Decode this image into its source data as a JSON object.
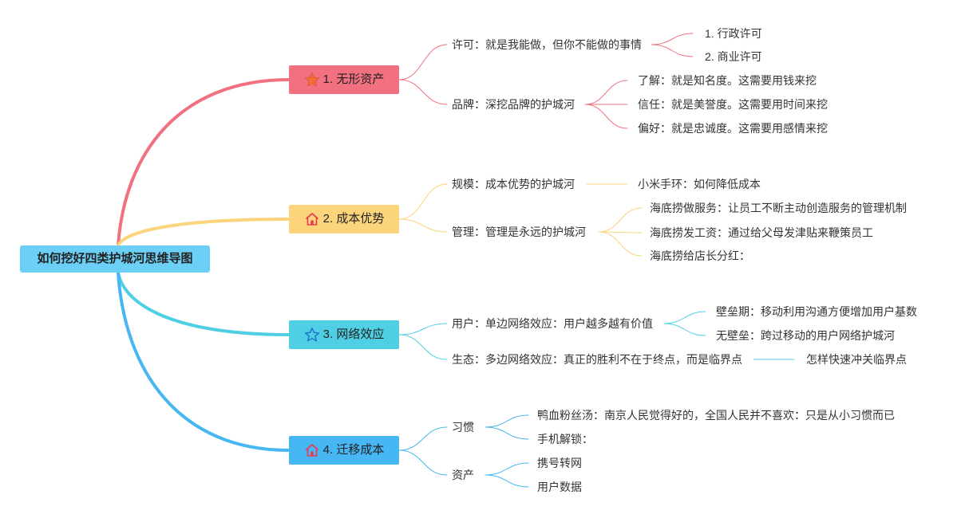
{
  "root": "如何挖好四类护城河思维导图",
  "colors": {
    "branch1": "#f27180",
    "branch2": "#fbd47c",
    "branch3": "#4fcfe4",
    "branch4": "#46b7f3",
    "root": "#6cd0f6"
  },
  "branches": [
    {
      "label": "1. 无形资产",
      "icon": "star-filled-icon",
      "children": [
        {
          "label": "许可：就是我能做，但你不能做的事情",
          "children": [
            "1. 行政许可",
            "2. 商业许可"
          ]
        },
        {
          "label": "品牌：深挖品牌的护城河",
          "children": [
            "了解：就是知名度。这需要用钱来挖",
            "信任：就是美誉度。这需要用时间来挖",
            "偏好：就是忠诚度。这需要用感情来挖"
          ]
        }
      ]
    },
    {
      "label": "2. 成本优势",
      "icon": "house-icon",
      "children": [
        {
          "label": "规模：成本优势的护城河",
          "children": [
            "小米手环：如何降低成本"
          ]
        },
        {
          "label": "管理：管理是永远的护城河",
          "children": [
            "海底捞做服务：让员工不断主动创造服务的管理机制",
            "海底捞发工资：通过给父母发津贴来鞭策员工",
            "海底捞给店长分红："
          ]
        }
      ]
    },
    {
      "label": "3. 网络效应",
      "icon": "star-outline-icon",
      "children": [
        {
          "label": "用户：单边网络效应：用户越多越有价值",
          "children": [
            "壁垒期：移动利用沟通方便增加用户基数",
            "无壁垒：跨过移动的用户网络护城河"
          ]
        },
        {
          "label": "生态：多边网络效应：真正的胜利不在于终点，而是临界点",
          "children": [
            "怎样快速冲关临界点"
          ]
        }
      ]
    },
    {
      "label": "4. 迁移成本",
      "icon": "house-icon",
      "children": [
        {
          "label": "习惯",
          "children": [
            "鸭血粉丝汤：南京人民觉得好的，全国人民并不喜欢：只是从小习惯而已",
            "手机解锁："
          ]
        },
        {
          "label": "资产",
          "children": [
            "携号转网",
            "用户数据"
          ]
        }
      ]
    }
  ]
}
